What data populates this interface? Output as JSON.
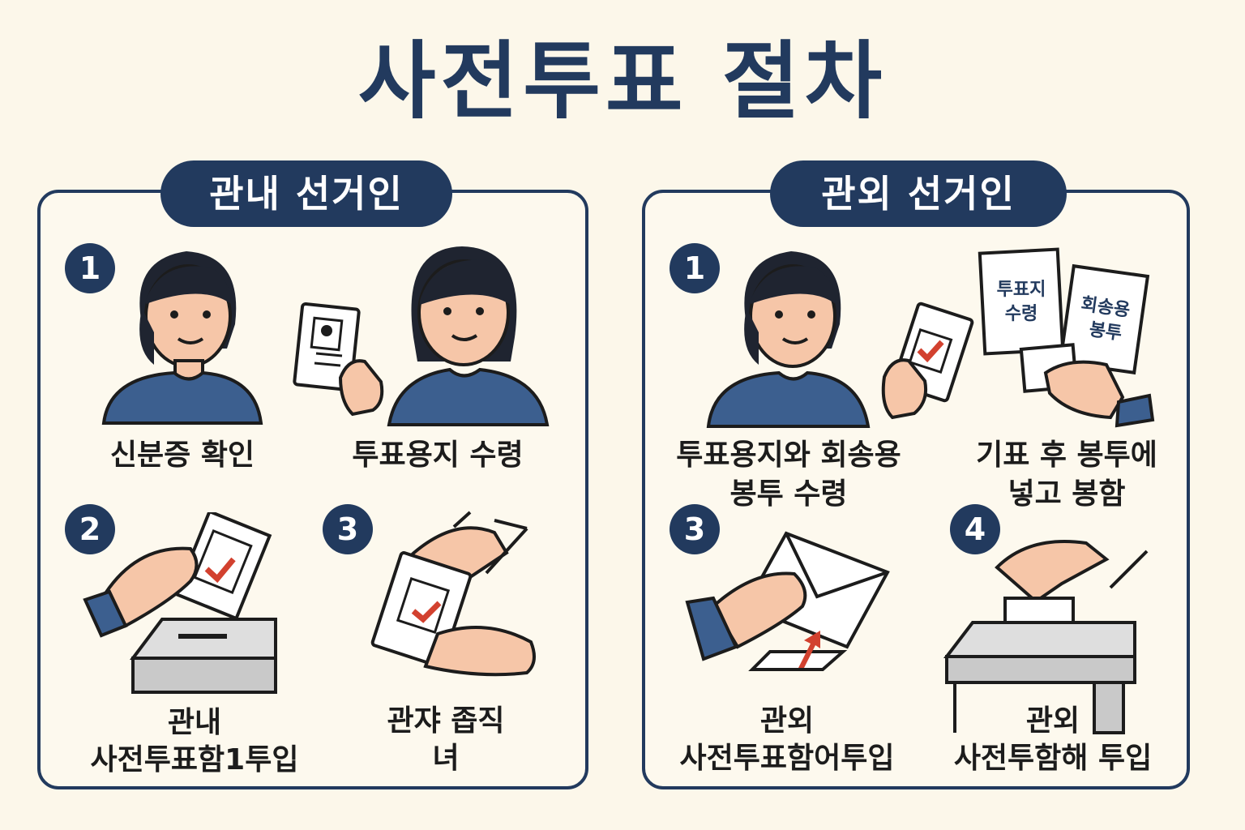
{
  "title": "사전투표 절차",
  "panels": [
    {
      "header": "관내 선거인",
      "steps": [
        {
          "number": "1",
          "caption": "신분증 확인"
        },
        {
          "caption": "투표용지 수령"
        },
        {
          "number": "2",
          "caption_line1": "관내",
          "caption_line2": "사전투표함1투입"
        },
        {
          "number": "3",
          "caption_line1": "관쟈 좁직",
          "caption_line2": "녀"
        }
      ]
    },
    {
      "header": "관외 선거인",
      "steps": [
        {
          "number": "1",
          "caption_line1": "투표용지와 회송용",
          "caption_line2": "봉투 수령"
        },
        {
          "caption_line1": "기표 후 봉투에",
          "caption_line2": "넣고 봉함"
        },
        {
          "number": "3",
          "caption_line1": "관외",
          "caption_line2": "사전투표함어투입"
        },
        {
          "number": "4",
          "caption_line1": "관외",
          "caption_line2": "사전투함해 투입"
        }
      ],
      "paper_labels": {
        "ballot_line1": "투표지",
        "ballot_line2": "수령",
        "envelope_line1": "회송용",
        "envelope_line2": "봉투"
      }
    }
  ],
  "colors": {
    "navy": "#223a5e",
    "shirt": "#3c5f8f",
    "skin": "#f6c6a8",
    "check": "#d2412f",
    "box": "#c9c9c9",
    "background": "#fcf7ea"
  }
}
